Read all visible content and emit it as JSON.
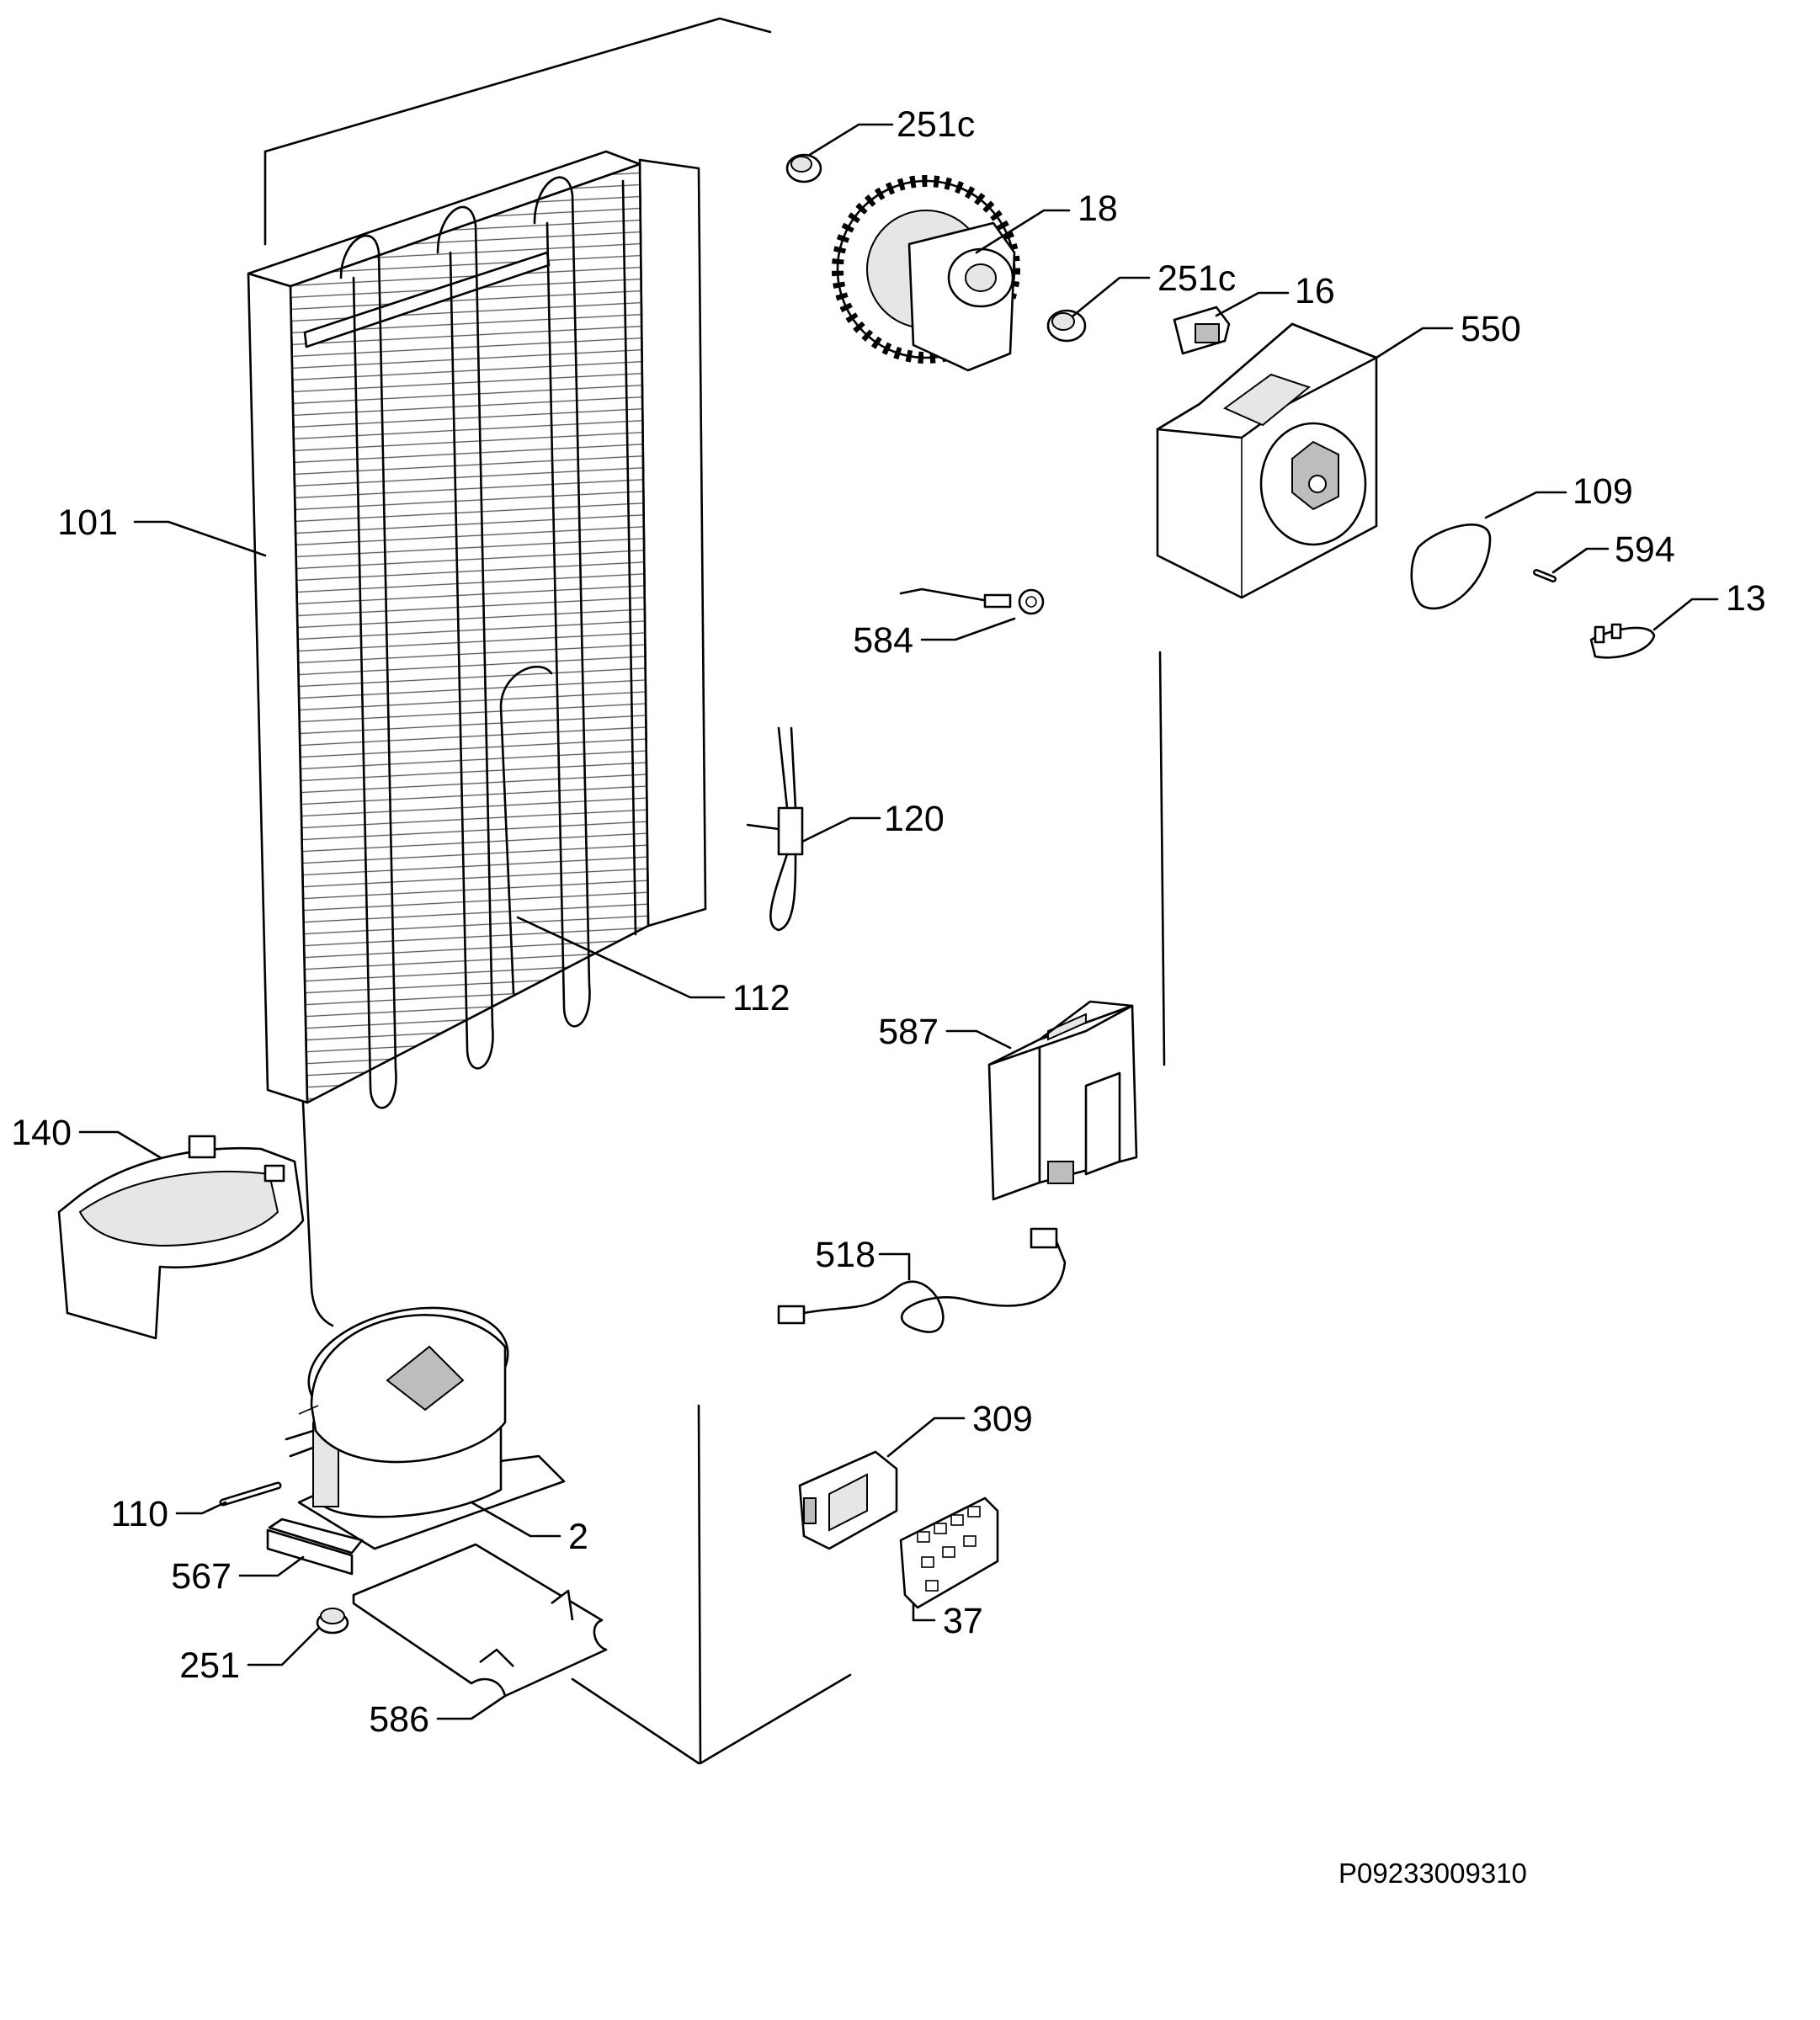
{
  "drawing_ref": "P09233009310",
  "callouts": [
    {
      "id": "101",
      "text": "101"
    },
    {
      "id": "251c-top",
      "text": "251c"
    },
    {
      "id": "18",
      "text": "18"
    },
    {
      "id": "251c-mid",
      "text": "251c"
    },
    {
      "id": "16",
      "text": "16"
    },
    {
      "id": "550",
      "text": "550"
    },
    {
      "id": "109",
      "text": "109"
    },
    {
      "id": "594",
      "text": "594"
    },
    {
      "id": "13",
      "text": "13"
    },
    {
      "id": "584",
      "text": "584"
    },
    {
      "id": "120",
      "text": "120"
    },
    {
      "id": "112",
      "text": "112"
    },
    {
      "id": "587",
      "text": "587"
    },
    {
      "id": "140",
      "text": "140"
    },
    {
      "id": "518",
      "text": "518"
    },
    {
      "id": "309",
      "text": "309"
    },
    {
      "id": "37",
      "text": "37"
    },
    {
      "id": "110",
      "text": "110"
    },
    {
      "id": "2",
      "text": "2"
    },
    {
      "id": "567",
      "text": "567"
    },
    {
      "id": "251",
      "text": "251"
    },
    {
      "id": "586",
      "text": "586"
    }
  ]
}
